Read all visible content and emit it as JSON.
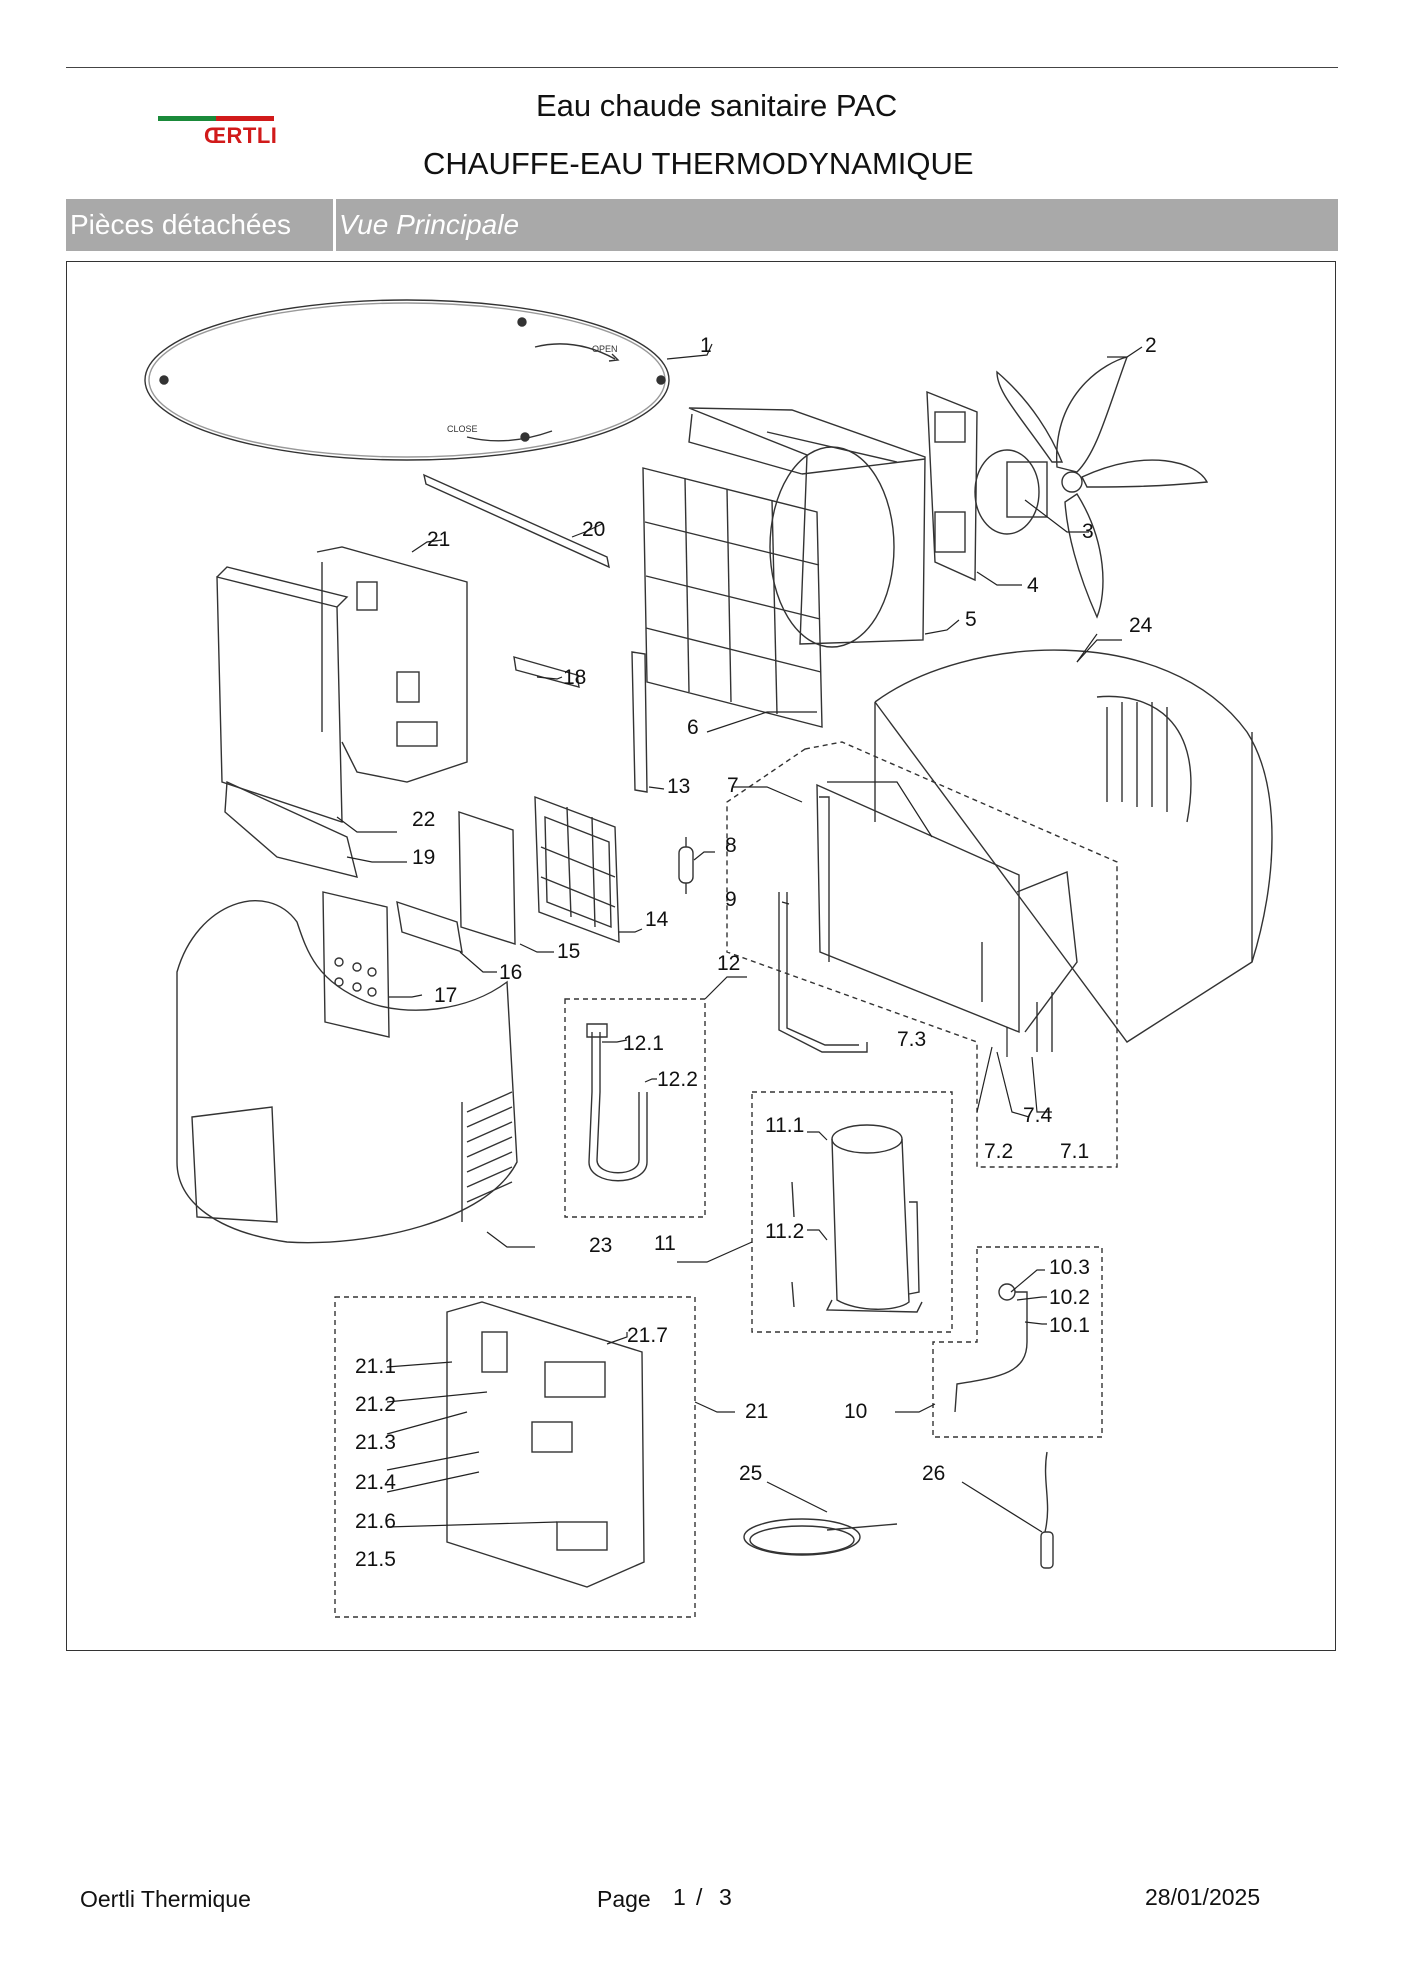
{
  "header": {
    "title_line1": "Eau chaude sanitaire PAC",
    "title_line2": "CHAUFFE-EAU THERMODYNAMIQUE",
    "logo_text": "ŒRTLI"
  },
  "band": {
    "section": "Pièces détachées",
    "view": "Vue Principale"
  },
  "diagram": {
    "callouts": [
      "1",
      "2",
      "3",
      "4",
      "5",
      "6",
      "7",
      "7.1",
      "7.2",
      "7.3",
      "7.4",
      "8",
      "9",
      "10",
      "10.1",
      "10.2",
      "10.3",
      "11",
      "11.1",
      "11.2",
      "12",
      "12.1",
      "12.2",
      "13",
      "14",
      "15",
      "16",
      "17",
      "18",
      "19",
      "20",
      "21",
      "21.1",
      "21.2",
      "21.3",
      "21.4",
      "21.5",
      "21.6",
      "21.7",
      "22",
      "23",
      "24",
      "25",
      "26"
    ],
    "lid_text_1": "OPEN",
    "lid_text_2": "CLOSE"
  },
  "footer": {
    "company": "Oertli Thermique",
    "page_label": "Page",
    "page_current": "1",
    "page_sep": "/",
    "page_total": "3",
    "date": "28/01/2025"
  },
  "colors": {
    "logo_green": "#1a8a3a",
    "logo_red": "#d11a1a",
    "band_grey": "#a9a9a9"
  }
}
